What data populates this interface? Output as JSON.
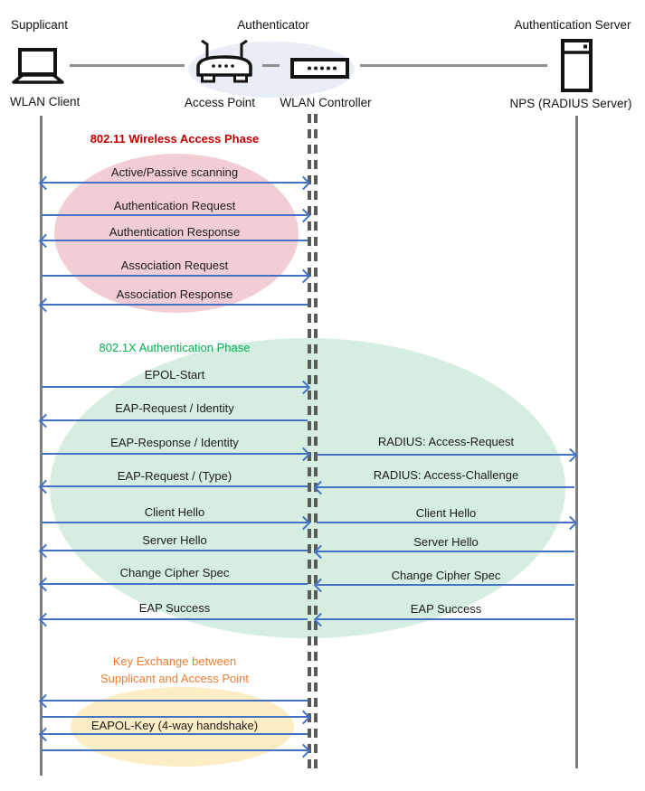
{
  "header": {
    "roles": {
      "supplicant": "Supplicant",
      "authenticator": "Authenticator",
      "auth_server": "Authentication Server"
    },
    "devices": {
      "wlan_client": "WLAN Client",
      "access_point": "Access Point",
      "wlan_controller": "WLAN Controller",
      "nps": "NPS (RADIUS Server)"
    }
  },
  "phases": {
    "wireless": {
      "title": "802.11 Wireless Access Phase",
      "title_color": "#C00000",
      "ellipse_color": "#F2CED4"
    },
    "dot1x": {
      "title": "802.1X Authentication Phase",
      "title_color": "#00B050",
      "ellipse_color": "#D5EEDF"
    },
    "key_exchange": {
      "title_line1": "Key Exchange between",
      "title_line2": "Supplicant and Access Point",
      "title_color": "#ED7D31",
      "ellipse_color": "#FDEDC4"
    }
  },
  "messages": {
    "scanning": "Active/Passive scanning",
    "auth_req": "Authentication Request",
    "auth_resp": "Authentication Response",
    "assoc_req": "Association Request",
    "assoc_resp": "Association Response",
    "epol_start": "EPOL-Start",
    "eap_req_identity": "EAP-Request / Identity",
    "eap_resp_identity": "EAP-Response / Identity",
    "radius_access_request": "RADIUS: Access-Request",
    "eap_req_type": "EAP-Request / (Type)",
    "radius_access_challenge": "RADIUS: Access-Challenge",
    "client_hello": "Client Hello",
    "server_hello": "Server Hello",
    "change_cipher_spec": "Change Cipher Spec",
    "eap_success": "EAP Success",
    "eapol_key": "EAPOL-Key (4-way handshake)"
  },
  "colors": {
    "arrow": "#4472C4",
    "lifeline": "#7F7F7F",
    "dashed_lifeline": "#5A5A5A",
    "authenticator_highlight": "#E9EDF6"
  }
}
